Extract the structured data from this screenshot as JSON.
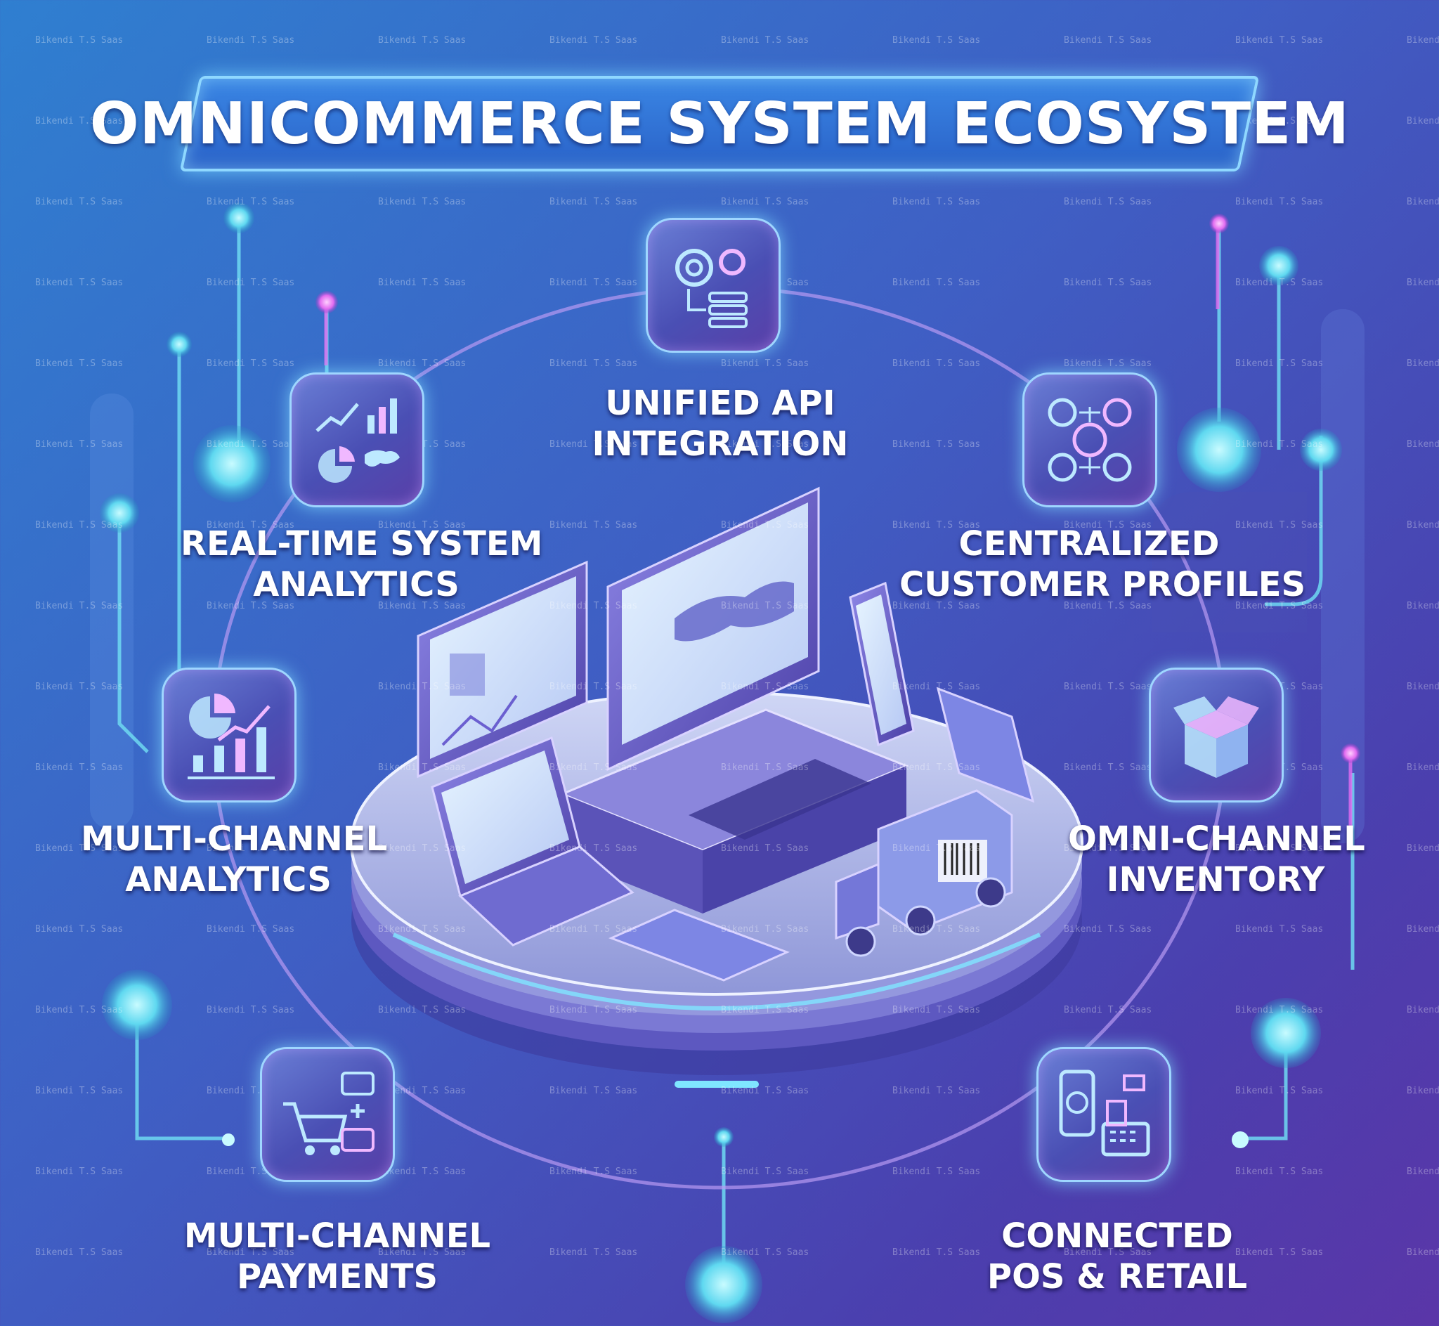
{
  "title": "OMNICOMMERCE SYSTEM ECOSYSTEM",
  "watermark": "Bikendi T.S Saas",
  "nodes": [
    {
      "id": "api",
      "icon": "gears-data-flow-icon",
      "lines": [
        "UNIFIED API",
        "INTEGRATION"
      ]
    },
    {
      "id": "realtime",
      "icon": "analytics-charts-map-icon",
      "lines": [
        "REAL-TIME SYSTEM",
        "ANALYTICS"
      ]
    },
    {
      "id": "customers",
      "icon": "customer-network-icon",
      "lines": [
        "CENTRALIZED",
        "CUSTOMER PROFILES"
      ]
    },
    {
      "id": "mc-analytics",
      "icon": "pie-bar-growth-icon",
      "lines": [
        "MULTI-CHANNEL",
        "ANALYTICS"
      ]
    },
    {
      "id": "inventory",
      "icon": "open-box-icon",
      "lines": [
        "OMNI-CHANNEL",
        "INVENTORY"
      ]
    },
    {
      "id": "payments",
      "icon": "shopping-cart-cards-icon",
      "lines": [
        "MULTI-CHANNEL",
        "PAYMENTS"
      ]
    },
    {
      "id": "pos",
      "icon": "pos-register-phone-icon",
      "lines": [
        "CONNECTED",
        "POS & RETAIL"
      ]
    }
  ],
  "colors": {
    "accent_cyan": "#7fe6ff",
    "accent_magenta": "#e26cf0",
    "platform": "#b9c6ef"
  }
}
